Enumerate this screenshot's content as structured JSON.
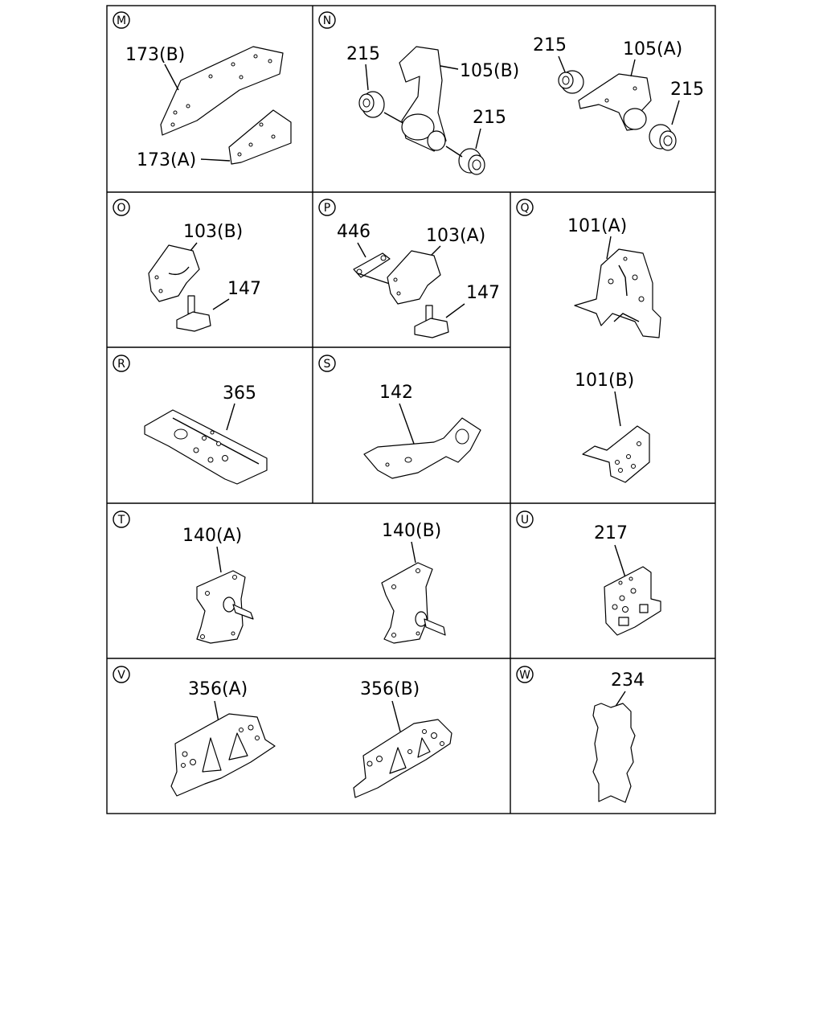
{
  "panels": [
    {
      "id": "M",
      "labels": [
        "173(B)",
        "173(A)"
      ]
    },
    {
      "id": "N",
      "labels": [
        "215",
        "105(B)",
        "215",
        "215",
        "105(A)",
        "215"
      ]
    },
    {
      "id": "O",
      "labels": [
        "103(B)",
        "147"
      ]
    },
    {
      "id": "P",
      "labels": [
        "446",
        "103(A)",
        "147"
      ]
    },
    {
      "id": "Q",
      "labels": [
        "101(A)",
        "101(B)"
      ]
    },
    {
      "id": "R",
      "labels": [
        "365"
      ]
    },
    {
      "id": "S",
      "labels": [
        "142"
      ]
    },
    {
      "id": "T",
      "labels": [
        "140(A)",
        "140(B)"
      ]
    },
    {
      "id": "U",
      "labels": [
        "217"
      ]
    },
    {
      "id": "V",
      "labels": [
        "356(A)",
        "356(B)"
      ]
    },
    {
      "id": "W",
      "labels": [
        "234"
      ]
    }
  ]
}
